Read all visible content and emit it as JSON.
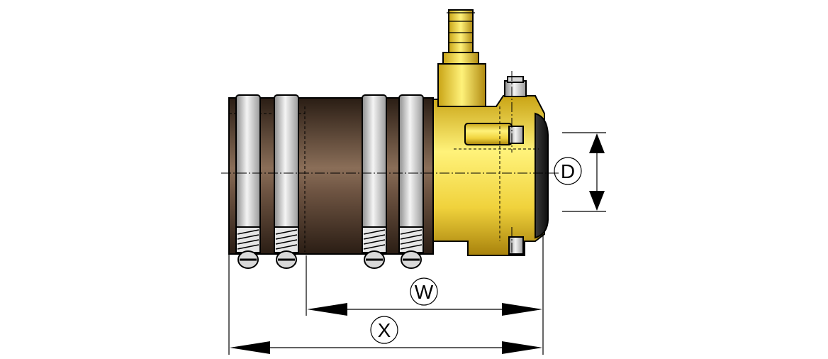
{
  "dimensions": {
    "d_label": "D",
    "w_label": "W",
    "x_label": "X"
  },
  "colors": {
    "sleeve_dark": "#3b2a1f",
    "sleeve_mid": "#8a6e58",
    "brass_light": "#fff27a",
    "brass_mid": "#f0d23c",
    "brass_dark": "#b08a10",
    "steel_light": "#f2f2f2",
    "steel_dark": "#8c8c8c",
    "line": "#000000"
  }
}
